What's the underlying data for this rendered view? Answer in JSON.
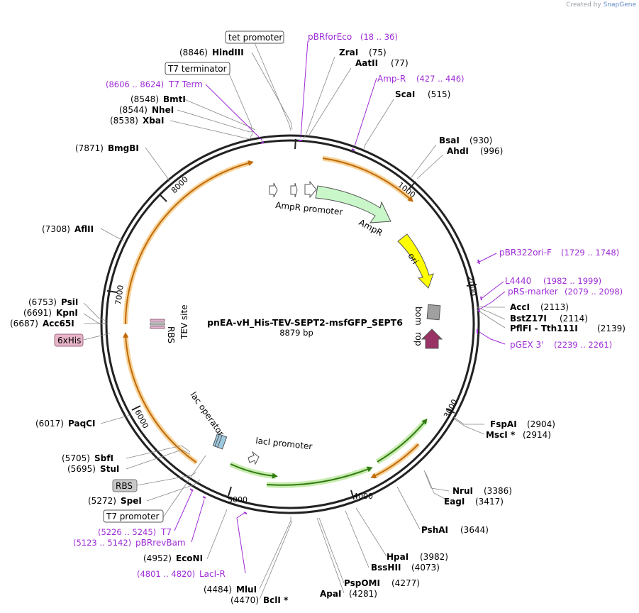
{
  "credit": {
    "prefix": "Created by",
    "brand": "SnapGene"
  },
  "plasmid": {
    "name": "pnEA-vH_His-TEV-SEPT2-msfGFP_SEPT6",
    "size": "8879 bp"
  },
  "ticks": [
    "1000",
    "2000",
    "3000",
    "4000",
    "5000",
    "6000",
    "7000",
    "8000"
  ],
  "sites": [
    {
      "pos": "(75)",
      "name": "ZraI"
    },
    {
      "pos": "(77)",
      "name": "AatII"
    },
    {
      "pos": "(515)",
      "name": "ScaI"
    },
    {
      "pos": "(930)",
      "name": "BsaI"
    },
    {
      "pos": "(996)",
      "name": "AhdI"
    },
    {
      "pos": "(2113)",
      "name": "AccI"
    },
    {
      "pos": "(2114)",
      "name": "BstZ17I"
    },
    {
      "pos": "(2139)",
      "name": "PflFI - Tth111I"
    },
    {
      "pos": "(2904)",
      "name": "FspAI"
    },
    {
      "pos": "(2914)",
      "name": "MscI *"
    },
    {
      "pos": "(3386)",
      "name": "NruI"
    },
    {
      "pos": "(3417)",
      "name": "EagI"
    },
    {
      "pos": "(3644)",
      "name": "PshAI"
    },
    {
      "pos": "(3982)",
      "name": "HpaI"
    },
    {
      "pos": "(4073)",
      "name": "BssHII"
    },
    {
      "pos": "(4277)",
      "name": "PspOMI"
    },
    {
      "pos": "(4281)",
      "name": "ApaI"
    },
    {
      "pos": "(4484)",
      "name": "MluI"
    },
    {
      "pos": "(4470)",
      "name": "BclI *"
    },
    {
      "pos": "(4952)",
      "name": "EcoNI"
    },
    {
      "pos": "(5272)",
      "name": "SpeI"
    },
    {
      "pos": "(5695)",
      "name": "StuI"
    },
    {
      "pos": "(5705)",
      "name": "SbfI"
    },
    {
      "pos": "(6017)",
      "name": "PaqCI"
    },
    {
      "pos": "(6687)",
      "name": "Acc65I"
    },
    {
      "pos": "(6691)",
      "name": "KpnI"
    },
    {
      "pos": "(6753)",
      "name": "PsiI"
    },
    {
      "pos": "(7308)",
      "name": "AflII"
    },
    {
      "pos": "(7871)",
      "name": "BmgBI"
    },
    {
      "pos": "(8538)",
      "name": "XbaI"
    },
    {
      "pos": "(8544)",
      "name": "NheI"
    },
    {
      "pos": "(8548)",
      "name": "BmtI"
    },
    {
      "pos": "(8846)",
      "name": "HindIII"
    }
  ],
  "primers": [
    {
      "name": "pBRforEco",
      "range": "(18 .. 36)"
    },
    {
      "name": "Amp-R",
      "range": "(427 .. 446)"
    },
    {
      "name": "pBR322ori-F",
      "range": "(1729 .. 1748)"
    },
    {
      "name": "L4440",
      "range": "(1982 .. 1999)"
    },
    {
      "name": "pRS-marker",
      "range": "(2079 .. 2098)"
    },
    {
      "name": "pGEX 3'",
      "range": "(2239 .. 2261)"
    },
    {
      "name": "LacI-R",
      "range": "(4801 .. 4820)"
    },
    {
      "name": "pBRrevBam",
      "range": "(5123 .. 5142)"
    },
    {
      "name": "T7",
      "range": "(5226 .. 5245)"
    },
    {
      "name": "T7 Term",
      "range": "(8606 .. 8624)"
    }
  ],
  "boxed_features": [
    "tet promoter",
    "T7 terminator",
    "6xHis",
    "RBS",
    "T7 promoter"
  ],
  "features": {
    "ampr_promoter": "AmpR promoter",
    "ampr": "AmpR",
    "ori": "ori",
    "bom": "bom",
    "rop": "rop",
    "lac_operator": "lac operator",
    "laci_promoter": "lacI promoter",
    "tev_site": "TEV site",
    "rbs": "RBS"
  },
  "colors": {
    "backbone": "#222222",
    "orf_arc": "#e07a10",
    "orf_glow": "#f7d49a",
    "ampr": "#c9f7c9",
    "ori": "#ffff00",
    "bom": "#a0a0a0",
    "rop": "#993366",
    "laci": "#3c9a1a",
    "primer": "#9e2bd6"
  }
}
